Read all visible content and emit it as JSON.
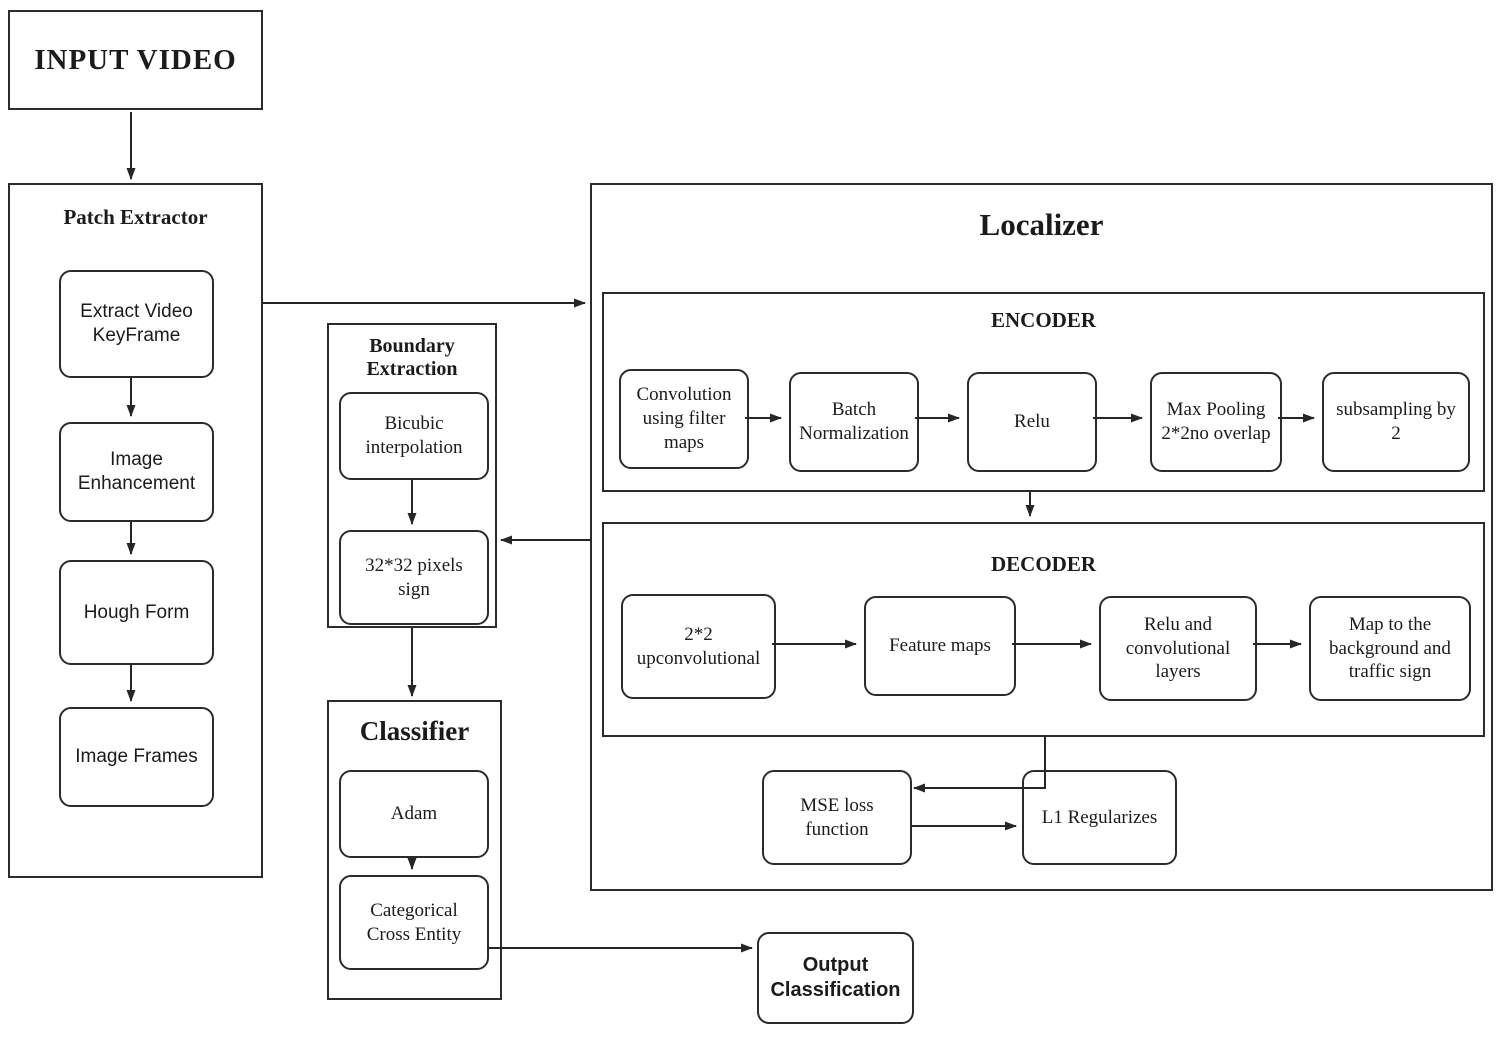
{
  "nodes": {
    "input_video": "INPUT VIDEO",
    "patch_extractor": {
      "title": "Patch Extractor",
      "steps": [
        "Extract Video KeyFrame",
        "Image Enhancement",
        "Hough Form",
        "Image Frames"
      ]
    },
    "boundary_extraction": {
      "title": "Boundary Extraction",
      "steps": [
        "Bicubic interpolation",
        "32*32 pixels sign"
      ]
    },
    "classifier": {
      "title": "Classifier",
      "steps": [
        "Adam",
        "Categorical Cross Entity"
      ]
    },
    "localizer": {
      "title": "Localizer",
      "encoder": {
        "title": "ENCODER",
        "steps": [
          "Convolution using filter maps",
          "Batch Normalization",
          "Relu",
          "Max Pooling 2*2no overlap",
          "subsampling by 2"
        ]
      },
      "decoder": {
        "title": "DECODER",
        "steps": [
          "2*2 upconvolutional",
          "Feature maps",
          "Relu and convolutional layers",
          "Map to the background and traffic sign"
        ]
      },
      "loss": {
        "mse": "MSE loss function",
        "l1": "L1 Regularizes"
      }
    },
    "output_classification": "Output Classification"
  },
  "colors": {
    "stroke": "#2b2b2b",
    "background": "#ffffff",
    "text": "#1b1b1b"
  }
}
